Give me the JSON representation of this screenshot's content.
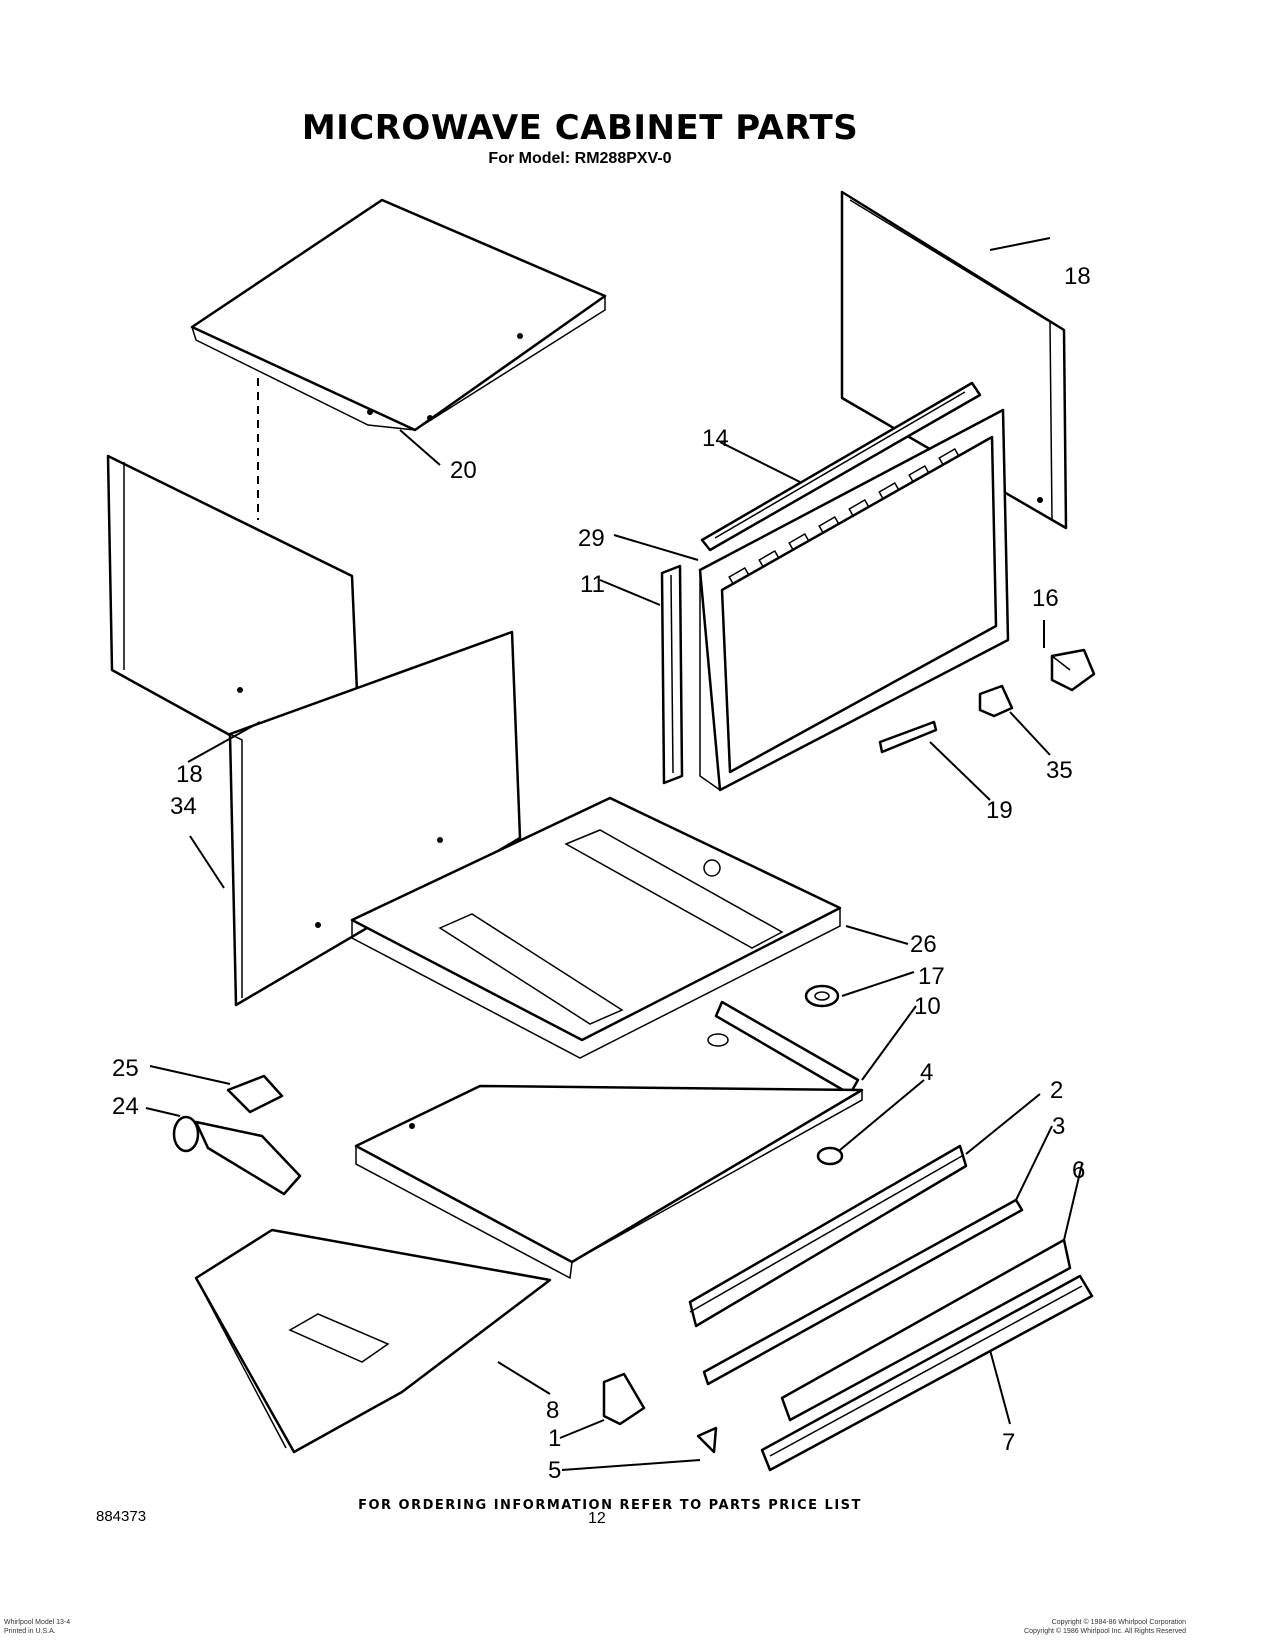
{
  "header": {
    "title": "MICROWAVE CABINET PARTS",
    "model_line": "For Model: RM288PXV-0"
  },
  "diagram": {
    "callouts": [
      "18",
      "20",
      "14",
      "29",
      "11",
      "16",
      "35",
      "19",
      "18",
      "34",
      "26",
      "17",
      "10",
      "25",
      "24",
      "4",
      "2",
      "3",
      "6",
      "7",
      "8",
      "1",
      "5"
    ]
  },
  "footer": {
    "ordering_note": "FOR ORDERING INFORMATION REFER TO PARTS PRICE LIST",
    "document_number": "884373",
    "page_number": "12",
    "small_left": "Whirlpool Model 13-4\nPrinted in U.S.A.",
    "small_right": "Copyright © 1984-86 Whirlpool Corporation\nCopyright © 1986 Whirlpool Inc. All Rights Reserved"
  }
}
